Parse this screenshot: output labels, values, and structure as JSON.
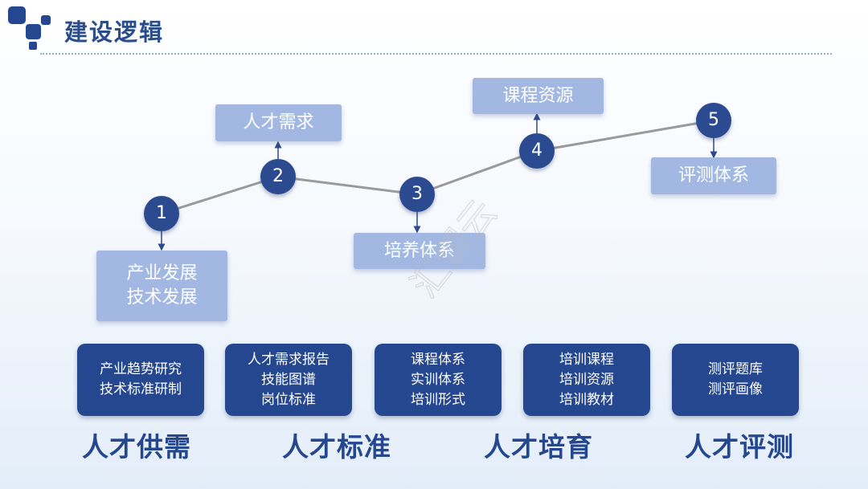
{
  "header": {
    "title": "建设逻辑"
  },
  "steps": [
    {
      "number": "1",
      "lines": [
        "产业发展",
        "技术发展"
      ]
    },
    {
      "number": "2",
      "lines": [
        "人才需求"
      ]
    },
    {
      "number": "3",
      "lines": [
        "培养体系"
      ]
    },
    {
      "number": "4",
      "lines": [
        "课程资源"
      ]
    },
    {
      "number": "5",
      "lines": [
        "评测体系"
      ]
    }
  ],
  "categories": [
    {
      "items": [
        "产业趋势研究",
        "技术标准研制"
      ],
      "title": "人才供需"
    },
    {
      "items": [
        "人才需求报告",
        "技能图谱",
        "岗位标准"
      ],
      "title": "人才标准"
    },
    {
      "items": [
        "课程体系",
        "实训体系",
        "培训形式"
      ]
    },
    {
      "items": [
        "培训课程",
        "培训资源",
        "培训教材"
      ],
      "title": "人才培育"
    },
    {
      "items": [
        "测评题库",
        "测评画像"
      ],
      "title": "人才评测"
    }
  ],
  "watermark": "汇课云",
  "colors": {
    "primary": "#24478f",
    "light_box": "#a2b8e3",
    "connector": "#9a9a9a"
  }
}
